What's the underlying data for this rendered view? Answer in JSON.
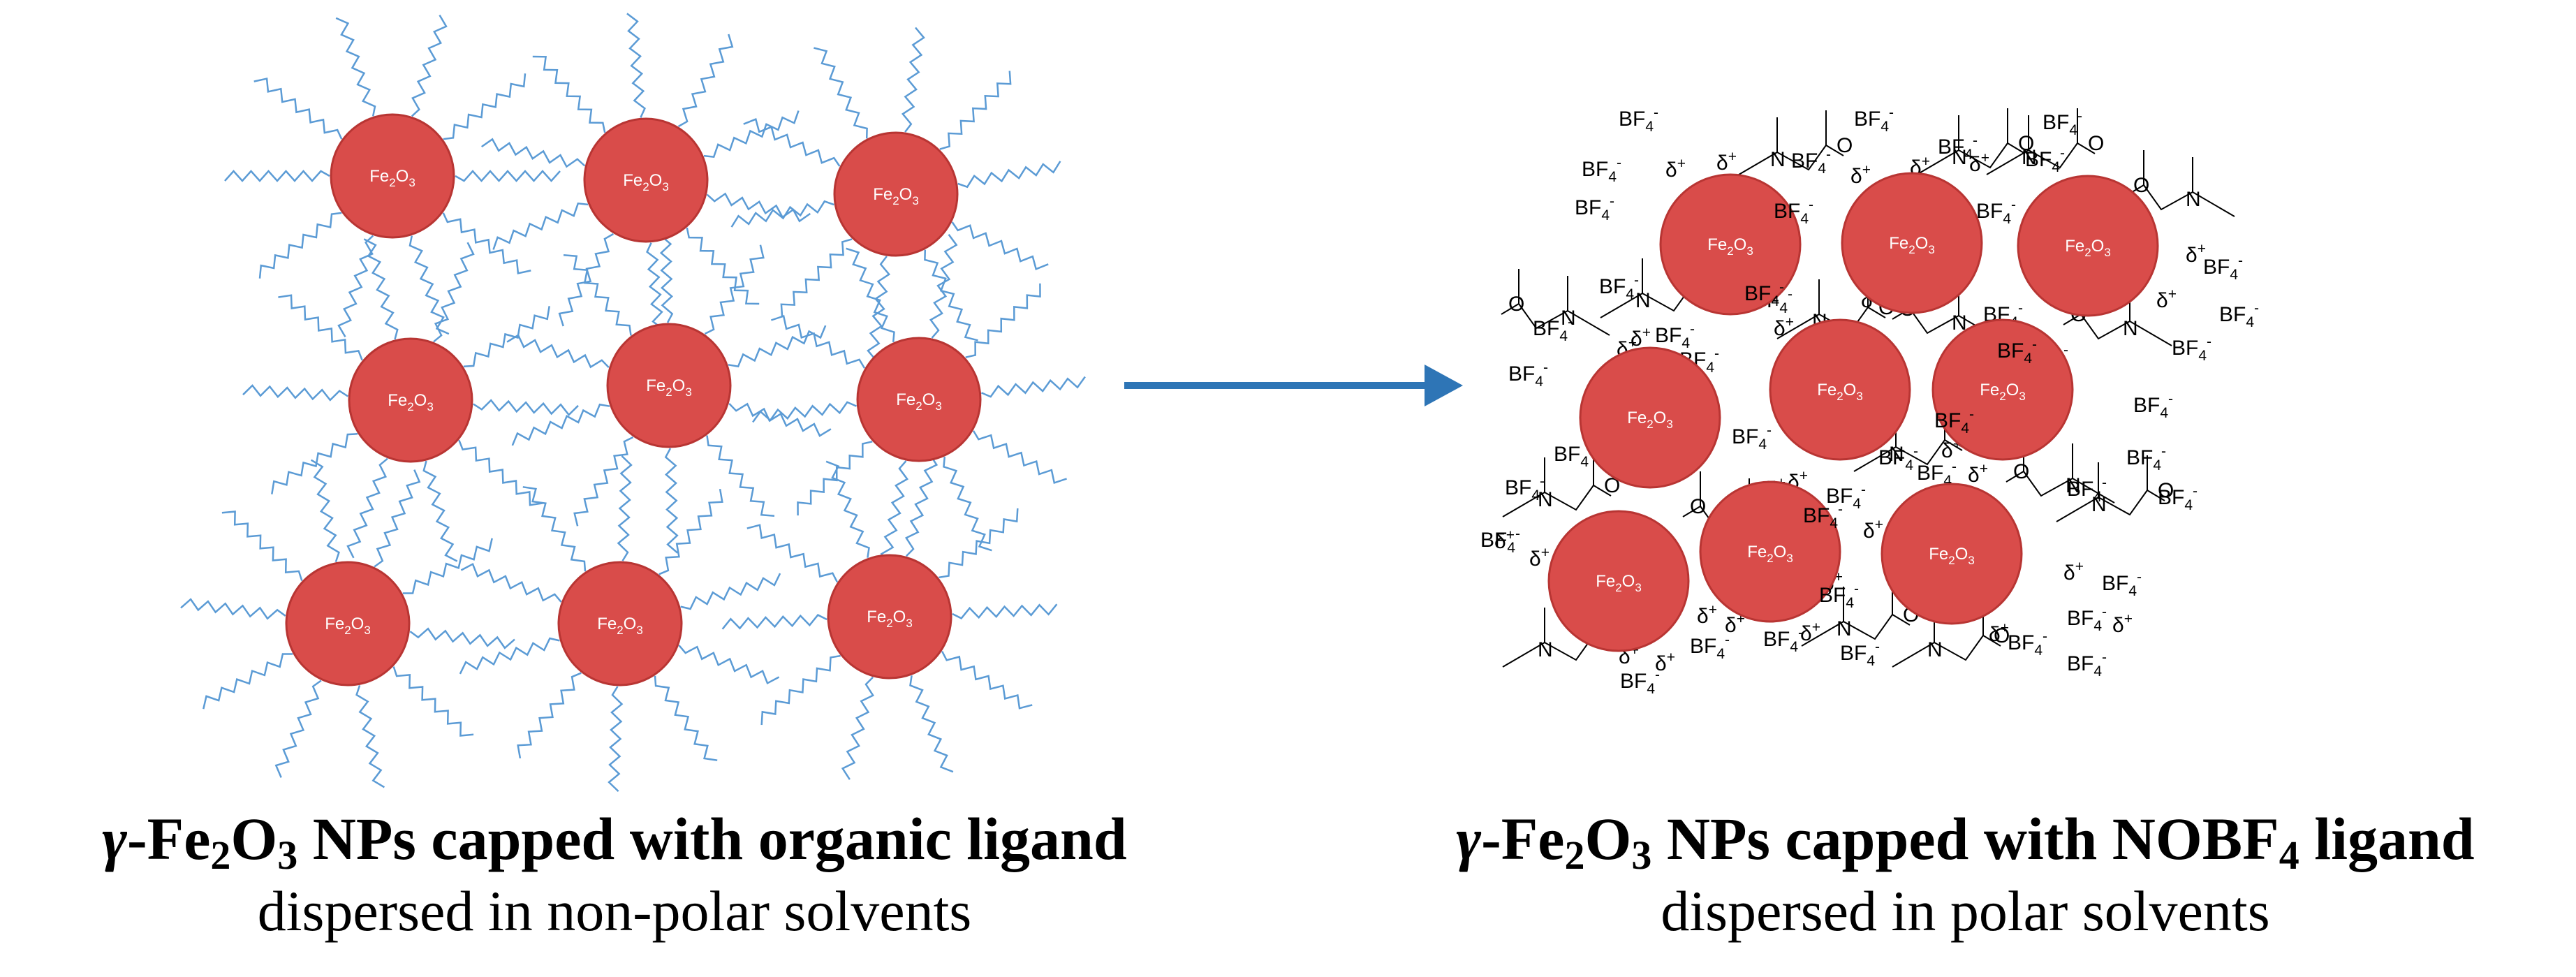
{
  "particle_label": {
    "base": "Fe",
    "sub1": "2",
    "mid": "O",
    "sub2": "3"
  },
  "colors": {
    "particle_fill": "#d94c4a",
    "particle_stroke": "#b83533",
    "ligand": "#5b9bd5",
    "arrow": "#2e75b6",
    "chem_text": "#000000"
  },
  "chem": {
    "bf4": "BF",
    "bf4_sub": "4",
    "bf4_sup": "-",
    "delta": "δ",
    "delta_sup": "+",
    "n": "N",
    "o": "O"
  },
  "left_panel": {
    "title": {
      "greek": "γ",
      "a": "-Fe",
      "sub1": "2",
      "b": "O",
      "sub2": "3",
      "c": " NPs capped with organic ligand"
    },
    "subtitle": "dispersed in non-polar solvents"
  },
  "right_panel": {
    "title": {
      "greek": "γ",
      "a": "-Fe",
      "sub1": "2",
      "b": "O",
      "sub2": "3",
      "c": " NPs capped with NOBF",
      "sub3": "4",
      "d": " ligand"
    },
    "subtitle": "dispersed in polar solvents"
  }
}
